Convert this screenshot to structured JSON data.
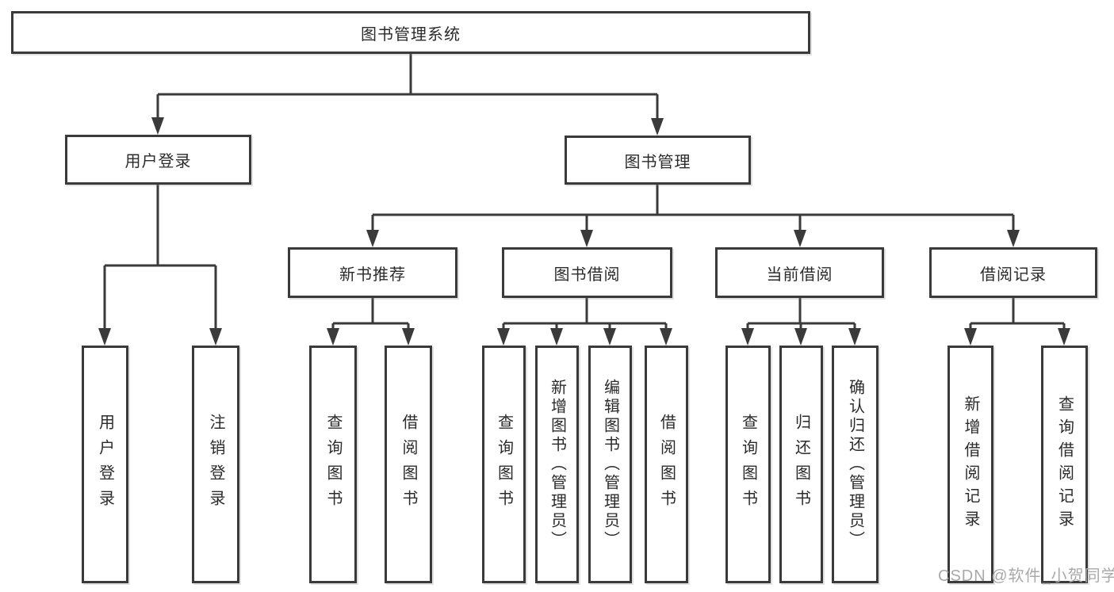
{
  "diagram": {
    "root": {
      "label": "图书管理系统"
    },
    "user_login_branch": {
      "label": "用户登录",
      "leaves": [
        "用户登录",
        "注销登录"
      ]
    },
    "book_mgmt_branch": {
      "label": "图书管理",
      "sections": [
        {
          "label": "新书推荐",
          "leaves": [
            "查询图书",
            "借阅图书"
          ]
        },
        {
          "label": "图书借阅",
          "leaves": [
            "查询图书",
            "新增图书（管理员）",
            "编辑图书（管理员）",
            "借阅图书"
          ]
        },
        {
          "label": "当前借阅",
          "leaves": [
            "查询图书",
            "归还图书",
            "确认归还（管理员）"
          ]
        },
        {
          "label": "借阅记录",
          "leaves": [
            "新增借阅记录",
            "查询借阅记录"
          ]
        }
      ]
    },
    "watermark": "CSDN @软件_小贺同学",
    "colors": {
      "line": "#3a3a3a",
      "watermark": "#a9a9a9"
    }
  }
}
